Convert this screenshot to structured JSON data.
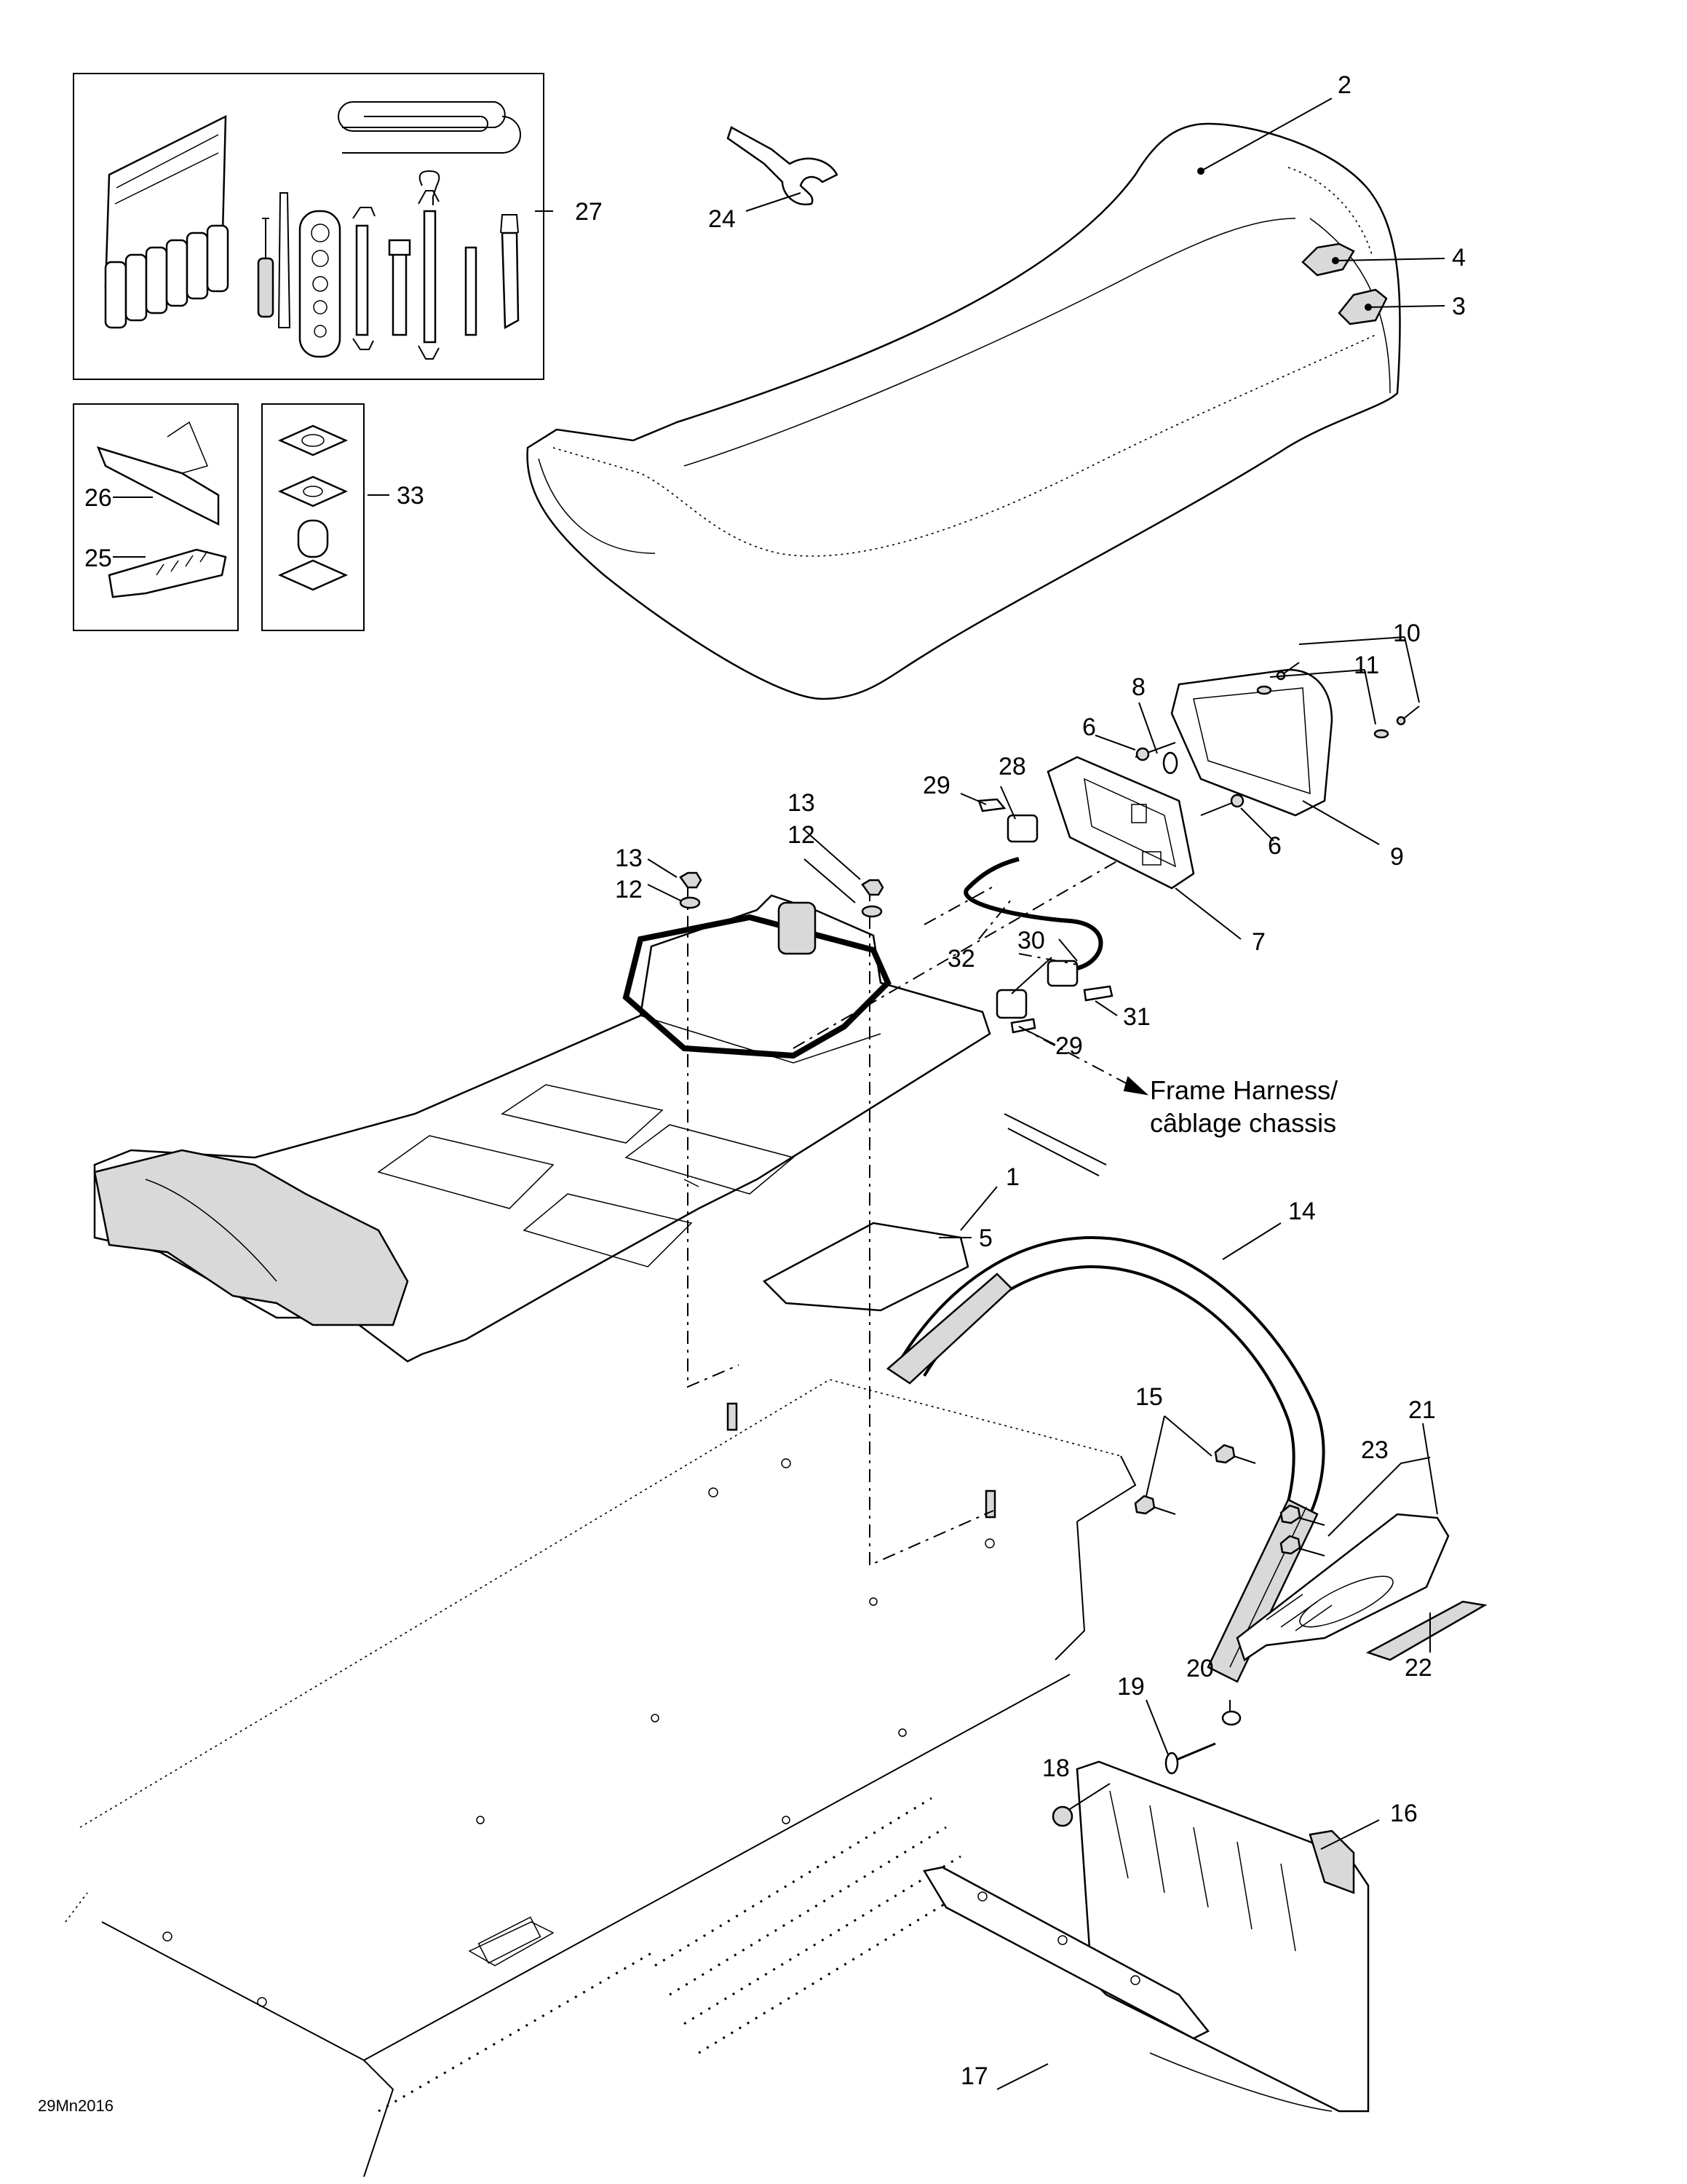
{
  "callouts": {
    "c1": "1",
    "c2": "2",
    "c3": "3",
    "c4": "4",
    "c5": "5",
    "c6a": "6",
    "c6b": "6",
    "c7": "7",
    "c8": "8",
    "c9": "9",
    "c10": "10",
    "c11": "11",
    "c12a": "12",
    "c12b": "12",
    "c13a": "13",
    "c13b": "13",
    "c14": "14",
    "c15": "15",
    "c16": "16",
    "c17": "17",
    "c18": "18",
    "c19": "19",
    "c20": "20",
    "c21": "21",
    "c22": "22",
    "c23": "23",
    "c24": "24",
    "c25": "25",
    "c26": "26",
    "c27": "27",
    "c28": "28",
    "c29a": "29",
    "c29b": "29",
    "c30": "30",
    "c31": "31",
    "c32": "32",
    "c33": "33"
  },
  "note": {
    "line1": "Frame Harness/",
    "line2": "câblage chassis"
  },
  "figure_code": "29Mn2016"
}
